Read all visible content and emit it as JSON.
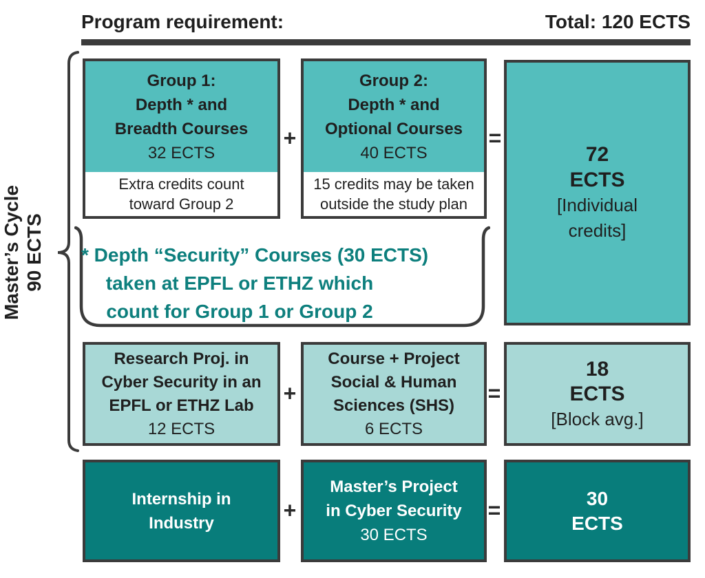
{
  "header": {
    "title": "Program requirement:",
    "total": "Total: 120 ECTS"
  },
  "side_label": {
    "line1": "Master’s Cycle",
    "line2": "90 ECTS"
  },
  "operators": {
    "plus": "+",
    "equals": "="
  },
  "group1": {
    "title": "Group 1:",
    "subtitle1": "Depth * and",
    "subtitle2": "Breadth Courses",
    "ects": "32 ECTS",
    "note1": "Extra credits count",
    "note2": "toward Group 2"
  },
  "group2": {
    "title": "Group 2:",
    "subtitle1": "Depth * and",
    "subtitle2": "Optional Courses",
    "ects": "40 ECTS",
    "note1": "15 credits may be taken",
    "note2": "outside the study plan"
  },
  "result1": {
    "value": "72",
    "unit": "ECTS",
    "detail1": "[Individual",
    "detail2": "credits]"
  },
  "depth_note": {
    "line1": "* Depth “Security” Courses (30 ECTS)",
    "line2": "taken at EPFL or ETHZ which",
    "line3": "count for Group 1 or Group 2"
  },
  "research": {
    "line1": "Research Proj. in",
    "line2": "Cyber Security in an",
    "line3": "EPFL or ETHZ Lab",
    "ects": "12 ECTS"
  },
  "shs": {
    "line1": "Course + Project",
    "line2": "Social & Human",
    "line3": "Sciences (SHS)",
    "ects": "6 ECTS"
  },
  "result2": {
    "value": "18",
    "unit": "ECTS",
    "detail": "[Block avg.]"
  },
  "internship": {
    "line1": "Internship in",
    "line2": "Industry"
  },
  "master_project": {
    "line1": "Master’s Project",
    "line2": "in Cyber Security",
    "ects": "30 ECTS"
  },
  "result3": {
    "value": "30",
    "unit": "ECTS"
  },
  "colors": {
    "teal": "#54bebd",
    "light_teal": "#a8d8d6",
    "dark_teal": "#087d7b",
    "note_text_teal": "#0d7f7d",
    "border": "#3b3b3b"
  }
}
